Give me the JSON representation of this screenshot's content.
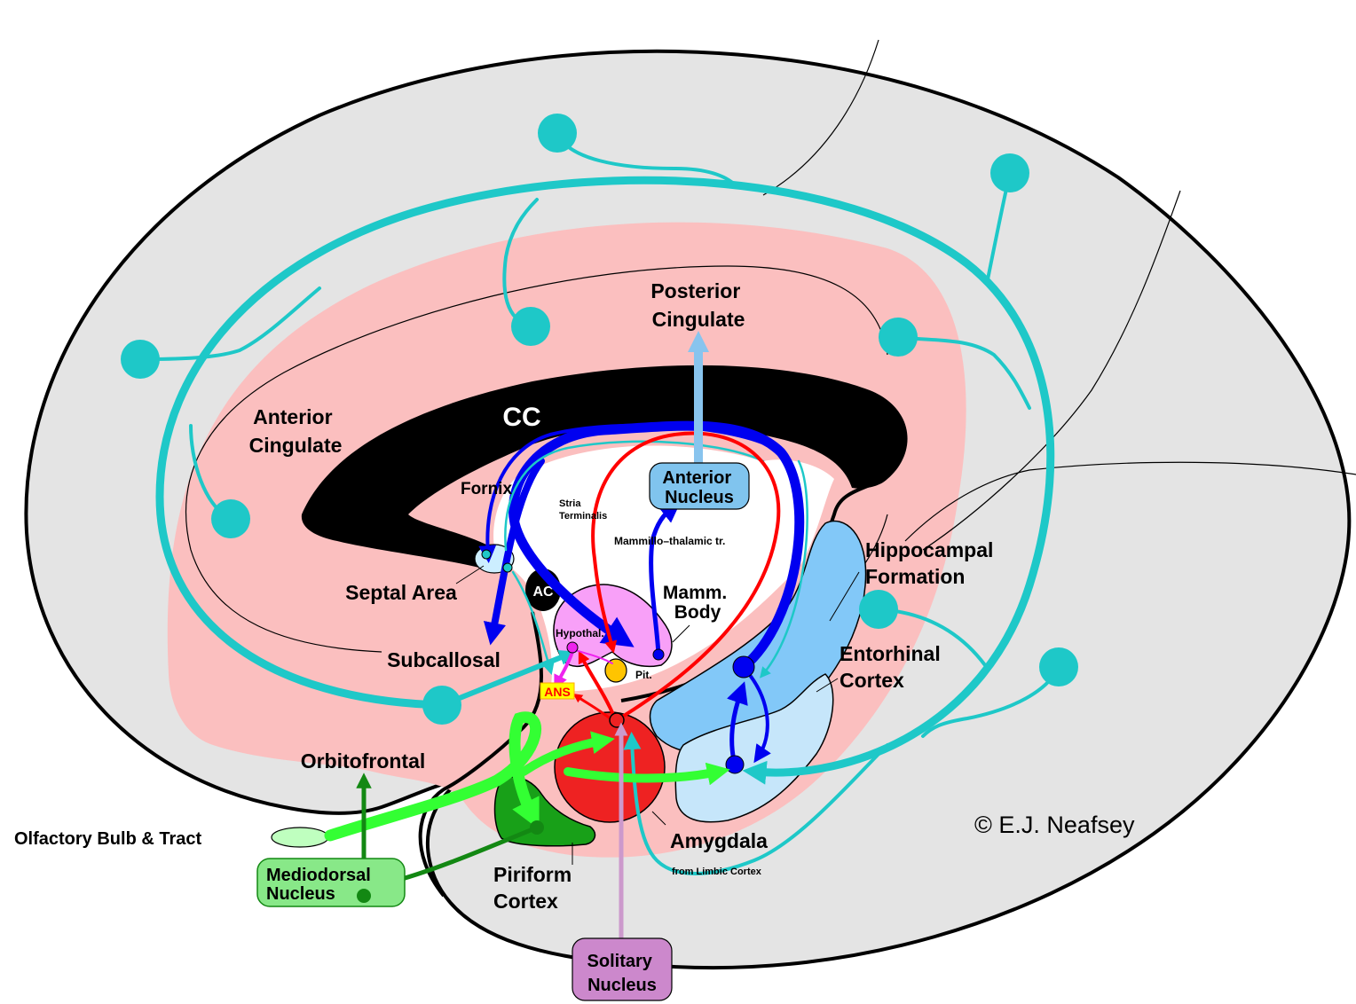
{
  "labels": {
    "posterior_cingulate": [
      "Posterior",
      "Cingulate"
    ],
    "anterior_cingulate": [
      "Anterior",
      "Cingulate"
    ],
    "cc": "CC",
    "fornix": "Fornix",
    "stria_terminalis": [
      "Stria",
      "Terminalis"
    ],
    "anterior_nucleus": [
      "Anterior",
      "Nucleus"
    ],
    "mammillo_thalamic": "Mammillo–thalamic tr.",
    "septal_area": "Septal Area",
    "ac": "AC",
    "mamm_body": [
      "Mamm.",
      "Body"
    ],
    "hippocampal_formation": [
      "Hippocampal",
      "Formation"
    ],
    "hypothal": "Hypothal.",
    "pit": "Pit.",
    "ans": "ANS",
    "subcallosal": "Subcallosal",
    "entorhinal_cortex": [
      "Entorhinal",
      "Cortex"
    ],
    "orbitofrontal": "Orbitofrontal",
    "olfactory_bulb": "Olfactory Bulb & Tract",
    "amygdala": "Amygdala",
    "from_limbic_cortex": "from Limbic Cortex",
    "mediodorsal_nucleus": [
      "Mediodorsal",
      "Nucleus"
    ],
    "piriform_cortex": [
      "Piriform",
      "Cortex"
    ],
    "solitary_nucleus": [
      "Solitary",
      "Nucleus"
    ],
    "copyright": "© E.J. Neafsey"
  },
  "colors": {
    "brain_fill": "#e4e4e4",
    "limbic_lobe": "#fbbfbf",
    "corpus_callosum": "#000000",
    "cortical_neuron": "#1ec8c8",
    "fornix_pathway": "#0000f0",
    "papez_red": "#ff0000",
    "amygdala": "#ee2222",
    "anterior_nucleus_box": "#80c4ee",
    "posterior_cingulate_arrow": "#88c4ee",
    "hippocampus": "#82c8f8",
    "entorhinal": "#c6e6fa",
    "hypothalamus": "#f8a0f8",
    "pituitary": "#ffc400",
    "ans_box": "#ffff00",
    "ans_text": "#ff0000",
    "olfactory_green": "#33ff33",
    "piriform": "#18a018",
    "mediodorsal_box": "#88e888",
    "mediodorsal_arrow": "#138813",
    "solitary_box": "#cc88cc"
  }
}
